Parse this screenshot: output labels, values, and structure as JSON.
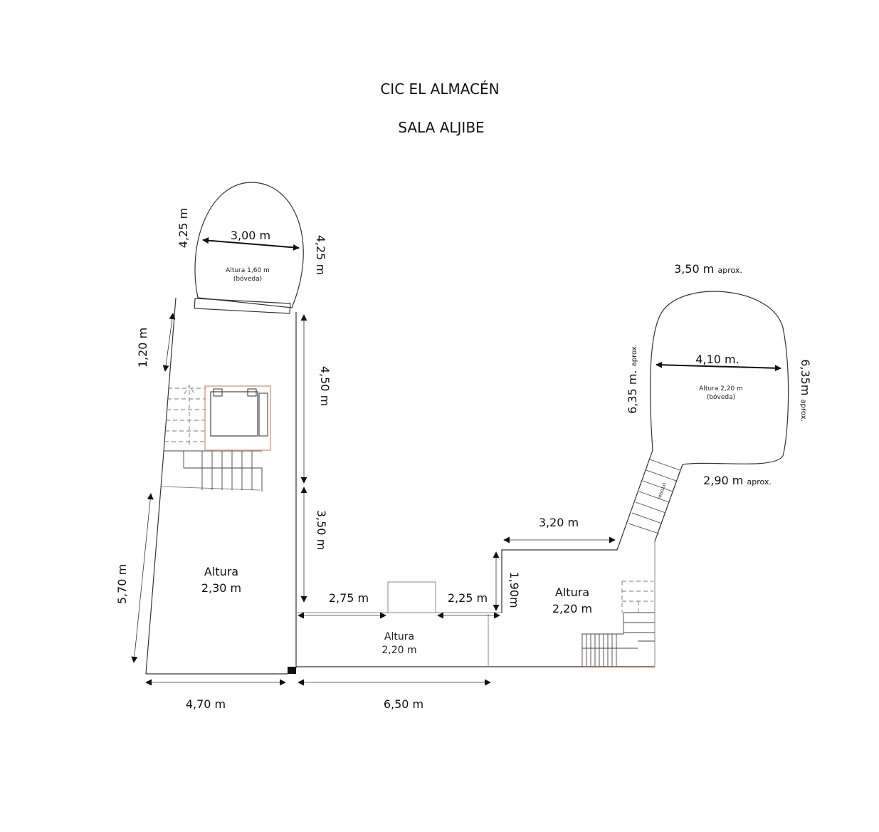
{
  "title": "CIC EL ALMACÉN",
  "subtitle": "SALA ALJIBE",
  "rooms": {
    "vault_small": {
      "height_line1": "Altura 1,60 m",
      "height_line2": "(bóveda)"
    },
    "vault_large": {
      "height_line1": "Altura 2,20 m",
      "height_line2": "(bóveda)"
    },
    "left_hall": {
      "line1": "Altura",
      "line2": "2,30 m"
    },
    "center_hall": {
      "line1": "Altura",
      "line2": "2,20 m"
    },
    "right_hall": {
      "line1": "Altura",
      "line2": "2,20 m"
    },
    "corridor": "PASILLO"
  },
  "dimensions": {
    "small_vault_width": "3,00 m",
    "small_vault_left_depth": "4,25 m",
    "small_vault_right_depth": "4,25 m",
    "upper_left_depth": "1,20 m",
    "upper_right_depth": "4,50 m",
    "mid_right_depth": "3,50 m",
    "lower_left_depth": "5,70 m",
    "bottom_left_width": "4,70 m",
    "bottom_center_width": "6,50 m",
    "center_left_width": "2,75  m",
    "center_right_width": "2,25 m",
    "step_height": "1,90m",
    "right_top_width": "3,20 m",
    "large_vault_top": "3,50 m",
    "large_vault_width": "4,10 m.",
    "large_vault_left": "6,35 m.",
    "large_vault_right": "6,35m",
    "large_vault_bottom": "2,90 m",
    "approx": "aprox."
  }
}
